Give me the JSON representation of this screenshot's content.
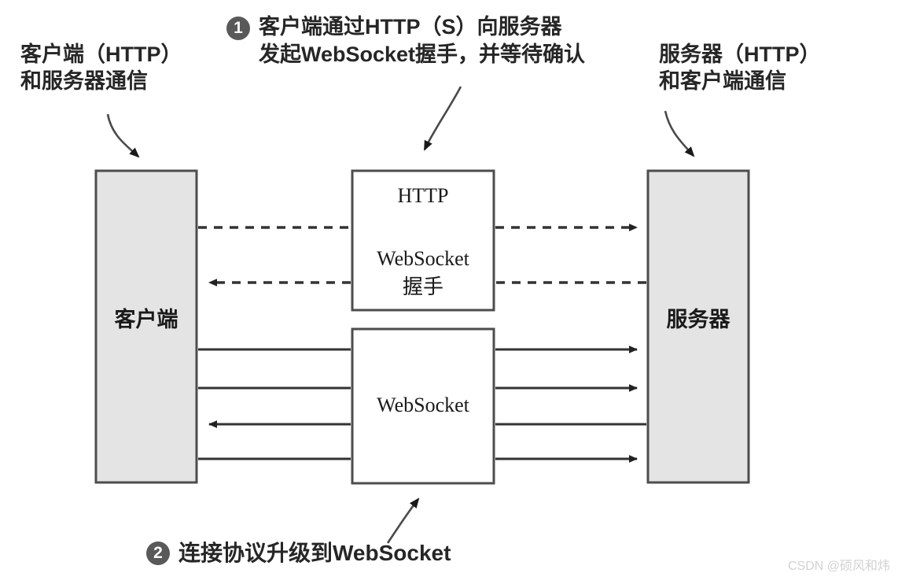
{
  "diagram": {
    "title": "WebSocket handshake and protocol upgrade diagram",
    "colors": {
      "node_fill": "#e4e4e4",
      "node_stroke": "#4d4d4d",
      "box_fill": "#ffffff",
      "badge_fill": "#595959",
      "text": "#262626",
      "line": "#333333",
      "watermark": "#d2d2d2"
    }
  },
  "annotations": {
    "left": {
      "line1": "客户端（HTTP）",
      "line2": "和服务器通信"
    },
    "right": {
      "line1": "服务器（HTTP）",
      "line2": "和客户端通信"
    }
  },
  "steps": [
    {
      "number": "1",
      "line1": "客户端通过HTTP（S）向服务器",
      "line2": "发起WebSocket握手，并等待确认"
    },
    {
      "number": "2",
      "line1": "连接协议升级到WebSocket"
    }
  ],
  "nodes": {
    "client": {
      "label": "客户端"
    },
    "server": {
      "label": "服务器"
    },
    "http_box": {
      "line1": "HTTP",
      "line2": "WebSocket",
      "line3": "握手"
    },
    "ws_box": {
      "label": "WebSocket"
    }
  },
  "flows": [
    {
      "name": "handshake-request",
      "style": "dashed",
      "direction": "right"
    },
    {
      "name": "handshake-response",
      "style": "dashed",
      "direction": "left"
    },
    {
      "name": "ws-frame-1",
      "style": "solid",
      "direction": "right"
    },
    {
      "name": "ws-frame-2",
      "style": "solid",
      "direction": "right"
    },
    {
      "name": "ws-frame-3",
      "style": "solid",
      "direction": "left"
    },
    {
      "name": "ws-frame-4",
      "style": "solid",
      "direction": "right"
    }
  ],
  "watermark": {
    "text": "CSDN @硕风和炜"
  }
}
